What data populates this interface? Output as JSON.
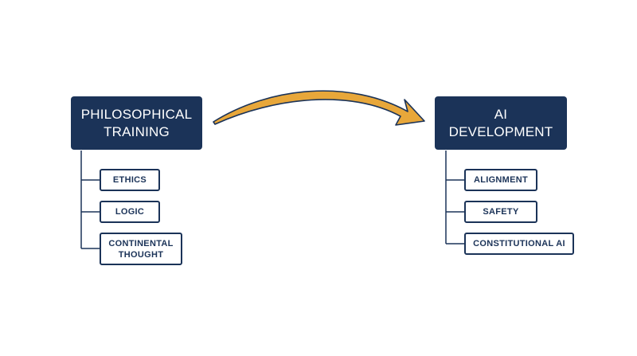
{
  "left": {
    "title": [
      "PHILOSOPHICAL",
      "TRAINING"
    ],
    "items": [
      {
        "lines": [
          "ETHICS"
        ]
      },
      {
        "lines": [
          "LOGIC"
        ]
      },
      {
        "lines": [
          "CONTINENTAL",
          "THOUGHT"
        ]
      }
    ]
  },
  "right": {
    "title": [
      "AI",
      "DEVELOPMENT"
    ],
    "items": [
      {
        "lines": [
          "ALIGNMENT"
        ]
      },
      {
        "lines": [
          "SAFETY"
        ]
      },
      {
        "lines": [
          "CONSTITUTIONAL AI"
        ]
      }
    ]
  },
  "colors": {
    "primary": "#1b3358",
    "arrow": "#e8a73a"
  }
}
